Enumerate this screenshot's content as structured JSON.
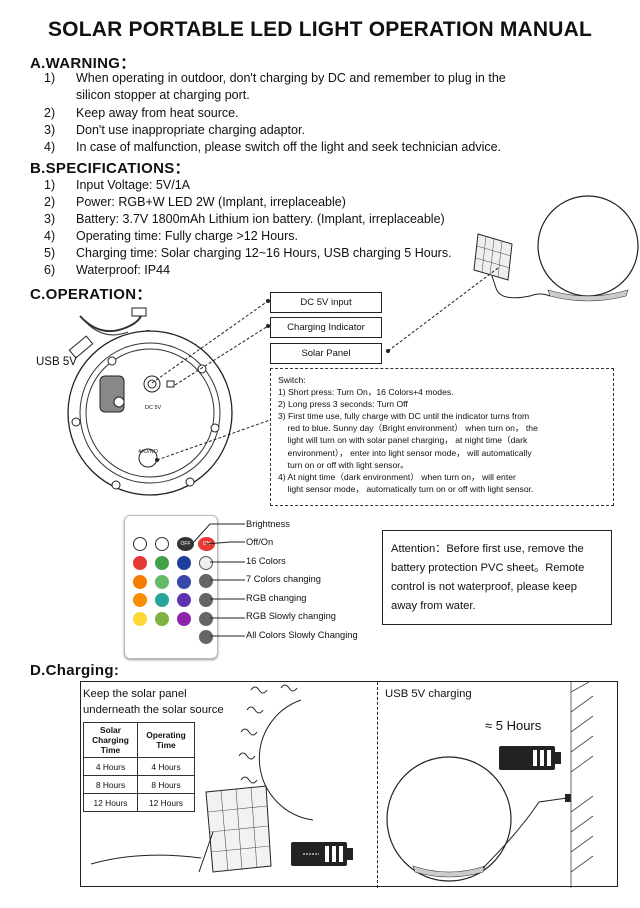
{
  "title": "SOLAR PORTABLE LED LIGHT OPERATION MANUAL",
  "warning": {
    "heading": "A.WARNING：",
    "items": [
      {
        "num": "1)",
        "lines": [
          "When operating in outdoor, don't charging by DC and remember to plug in the",
          "silicon stopper at charging port."
        ]
      },
      {
        "num": "2)",
        "lines": [
          "Keep away from heat source."
        ]
      },
      {
        "num": "3)",
        "lines": [
          "Don't use inappropriate charging adaptor."
        ]
      },
      {
        "num": "4)",
        "lines": [
          "In case of malfunction, please switch off the light and seek technician advice."
        ]
      }
    ]
  },
  "specifications": {
    "heading": "B.SPECIFICATIONS：",
    "items": [
      {
        "num": "1)",
        "text": "Input Voltage: 5V/1A"
      },
      {
        "num": "2)",
        "text": "Power: RGB+W LED 2W (Implant, irreplaceable)"
      },
      {
        "num": "3)",
        "text": "Battery: 3.7V 1800mAh Lithium ion battery. (Implant, irreplaceable)"
      },
      {
        "num": "4)",
        "text": "Operating time: Fully charge >12 Hours."
      },
      {
        "num": "5)",
        "text": "Charging time: Solar charging 12~16 Hours, USB charging 5 Hours."
      },
      {
        "num": "6)",
        "text": "Waterproof: IP44"
      }
    ]
  },
  "operation": {
    "heading": "C.OPERATION：",
    "usb_label": "USB 5V",
    "dc_label": "DC 5V",
    "switch_label": "4#D/NO",
    "callouts": {
      "dc": "DC 5V input",
      "indicator": "Charging Indicator",
      "solar": "Solar Panel"
    },
    "switch_box": [
      "Switch:",
      "1) Short press:  Turn On，16 Colors+4 modes.",
      "2) Long press 3 seconds:  Turn Off",
      "3) First time use, fully charge with DC until the indicator turns from",
      "    red to blue. Sunny day（Bright environment） when turn on， the",
      "    light will turn on with solar panel charging， at night time（dark",
      "    environment）， enter into light sensor mode， will automatically",
      "    turn on or off with light sensor。",
      "4) At night time（dark environment） when turn on， will enter",
      "    light sensor mode， automatically turn on or off with light sensor."
    ],
    "remote_labels": [
      "Brightness",
      "Off/On",
      "16 Colors",
      "7 Colors changing",
      "RGB changing",
      "RGB Slowly changing",
      "All Colors Slowly Changing"
    ],
    "remote_buttons": {
      "off": "OFF",
      "on": "ON"
    },
    "attention": "Attention：Before first use, remove the battery protection PVC sheet。Remote control is not waterproof, please keep away from water."
  },
  "charging": {
    "heading": "D.Charging:",
    "solar_caption": [
      "Keep the solar panel",
      "underneath the solar source"
    ],
    "table": {
      "headers": [
        "Solar Charging Time",
        "Operating Time"
      ],
      "rows": [
        [
          "4 Hours",
          "4 Hours"
        ],
        [
          "8 Hours",
          "8 Hours"
        ],
        [
          "12 Hours",
          "12 Hours"
        ]
      ]
    },
    "usb_caption": "USB 5V charging",
    "usb_time": "≈ 5 Hours"
  },
  "colors": {
    "remote_buttons": [
      "#e53935",
      "#43a047",
      "#1e3f9a",
      "#f57c00",
      "#66bb6a",
      "#3949ab",
      "#fb8c00",
      "#26a69a",
      "#5e35b1",
      "#fdd835",
      "#7cb342",
      "#8e24aa"
    ]
  }
}
